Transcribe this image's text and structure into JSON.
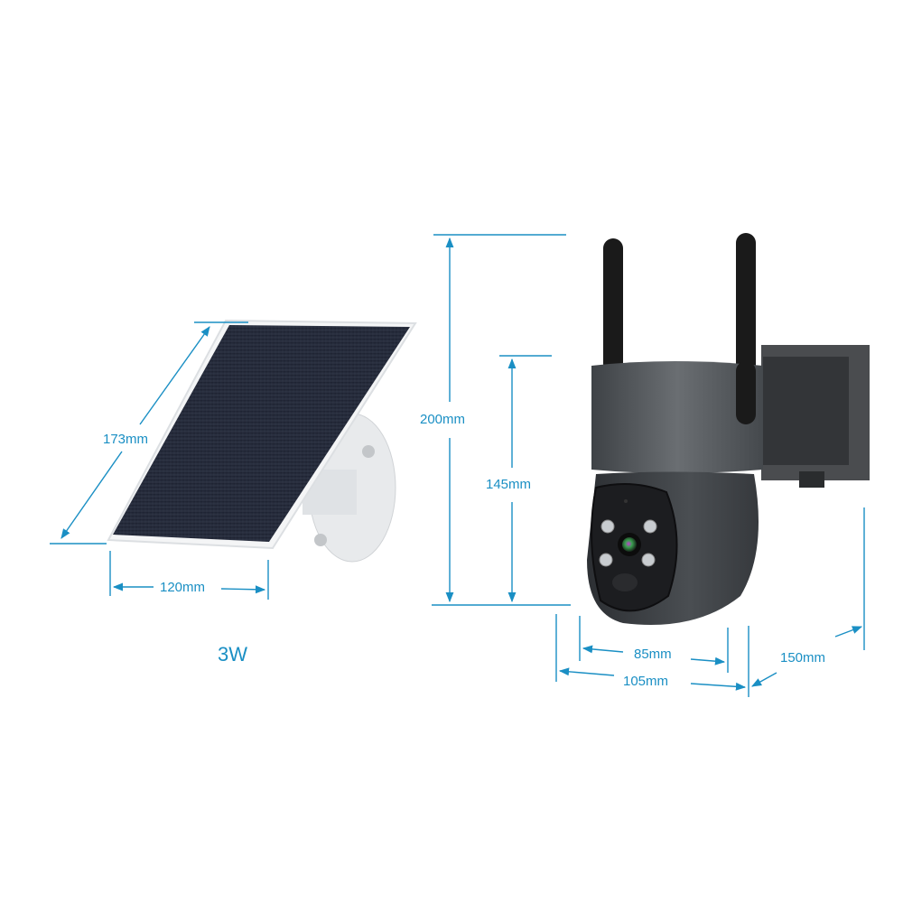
{
  "diagram": {
    "subject": "Solar panel and PTZ camera dimensions",
    "accent_color": "#1a8fc4",
    "solar_panel": {
      "height_label": "173mm",
      "width_label": "120mm",
      "power_label": "3W"
    },
    "camera": {
      "total_height_label": "200mm",
      "body_height_label": "145mm",
      "front_width_label": "85mm",
      "total_width_label": "105mm",
      "depth_label": "150mm"
    }
  }
}
